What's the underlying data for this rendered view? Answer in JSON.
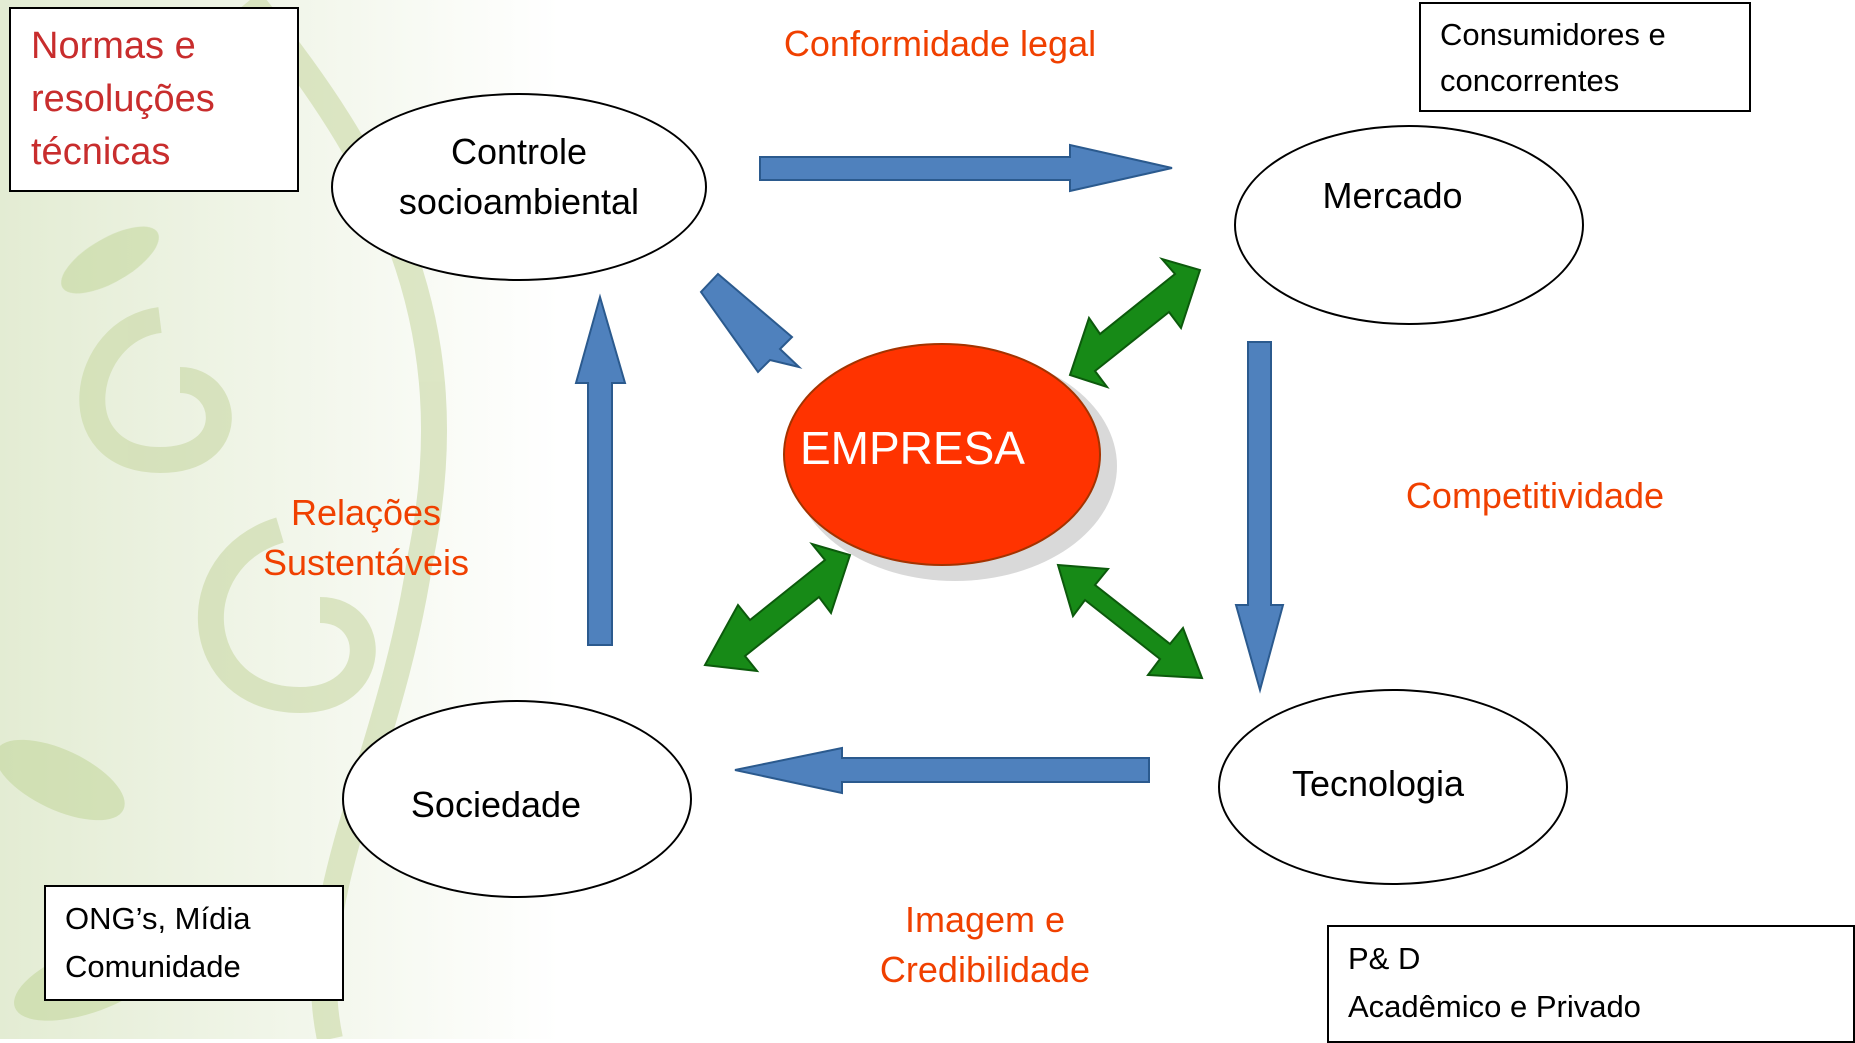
{
  "colors": {
    "flow_arrow": "#4f81bd",
    "interaction_arrow": "#178a17",
    "company_fill": "#ff3300",
    "accent_text": "#f04000",
    "norms_text": "#c82d2d"
  },
  "center": {
    "label": "EMPRESA"
  },
  "nodes": {
    "controle": "Controle\nsocioambiental",
    "mercado": "Mercado",
    "tecnologia": "Tecnologia",
    "sociedade": "Sociedade"
  },
  "boxes": {
    "normas": "Normas e\nresoluções\ntécnicas",
    "consumidores": "Consumidores e\nconcorrentes",
    "ongs": "ONG’s, Mídia\nComunidade",
    "pd": "P& D\nAcadêmico e Privado"
  },
  "flow_labels": {
    "conformidade": "Conformidade legal",
    "competitividade": "Competitividade",
    "imagem": "Imagem e\nCredibilidade",
    "relacoes": "Relações\nSustentáveis"
  }
}
